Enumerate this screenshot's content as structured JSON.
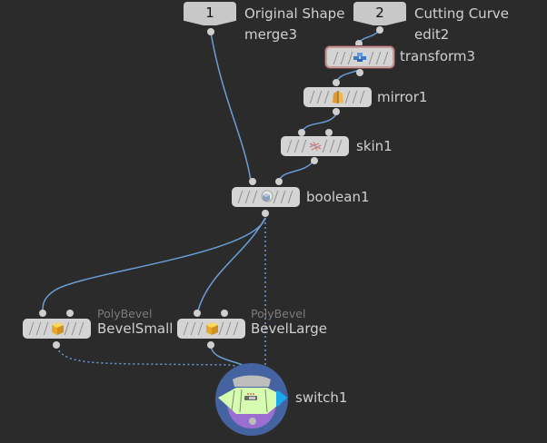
{
  "network": {
    "nodes": {
      "merge3": {
        "number": "1",
        "comment": "Original Shape",
        "name": "merge3"
      },
      "edit2": {
        "number": "2",
        "comment": "Cutting Curve",
        "name": "edit2"
      },
      "transform3": {
        "name": "transform3",
        "icon": "transform-icon",
        "selected": true
      },
      "mirror1": {
        "name": "mirror1",
        "icon": "mirror-icon"
      },
      "skin1": {
        "name": "skin1",
        "icon": "skin-icon"
      },
      "boolean1": {
        "name": "boolean1",
        "icon": "boolean-icon"
      },
      "bevel_small": {
        "type": "PolyBevel",
        "name": "BevelSmall",
        "icon": "polybevel-icon"
      },
      "bevel_large": {
        "type": "PolyBevel",
        "name": "BevelLarge",
        "icon": "polybevel-icon"
      },
      "switch1": {
        "name": "switch1",
        "icon": "switch-icon"
      }
    },
    "colors": {
      "background": "#2b2b2b",
      "wire": "#6a9ed6",
      "node_body": "#d4d4d4",
      "selected_outline": "#c99898",
      "switch_circle": "#4563a0",
      "switch_body": "#d6fcb0",
      "switch_purple": "#9b6fd1",
      "switch_flag": "#1aa8ef"
    }
  }
}
